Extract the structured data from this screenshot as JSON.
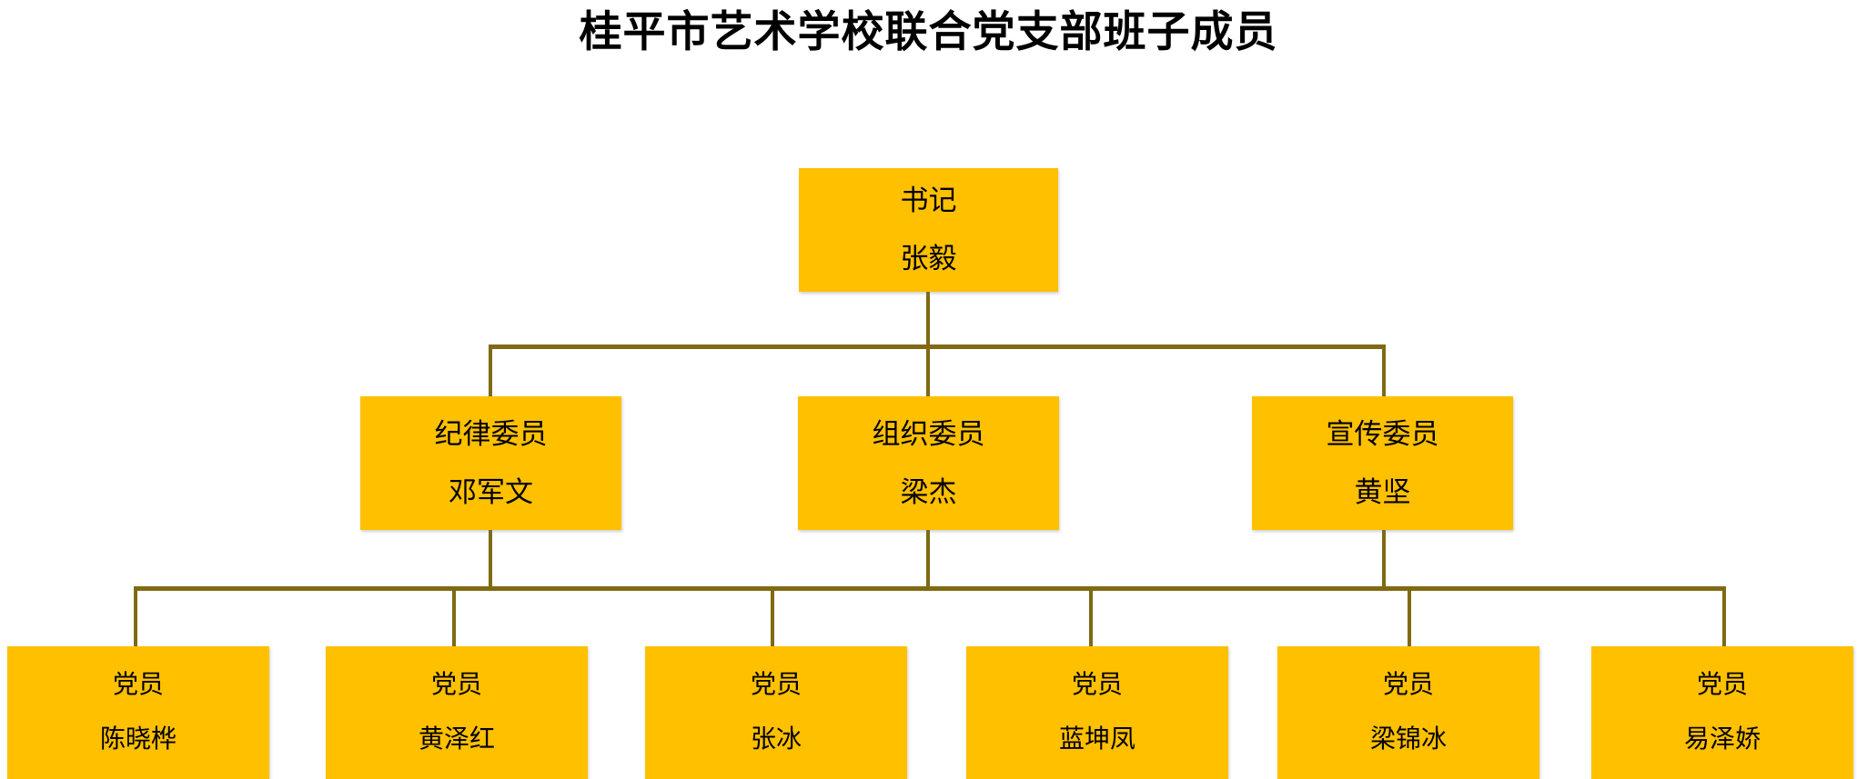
{
  "title": "桂平市艺术学校联合党支部班子成员",
  "theme": {
    "box_fill": "#FFC000",
    "connector_color": "#7F6A13",
    "text_color": "#000000",
    "background": "#FFFFFF"
  },
  "org_chart": {
    "type": "tree",
    "levels": 3,
    "root": {
      "role": "书记",
      "name": "张毅"
    },
    "level2": [
      {
        "role": "纪律委员",
        "name": "邓军文"
      },
      {
        "role": "组织委员",
        "name": "梁杰"
      },
      {
        "role": "宣传委员",
        "name": "黄坚"
      }
    ],
    "level3": [
      {
        "role": "党员",
        "name": "陈晓桦"
      },
      {
        "role": "党员",
        "name": "黄泽红"
      },
      {
        "role": "党员",
        "name": "张冰"
      },
      {
        "role": "党员",
        "name": "蓝坤凤"
      },
      {
        "role": "党员",
        "name": "梁锦冰"
      },
      {
        "role": "党员",
        "name": "易泽娇"
      }
    ]
  }
}
